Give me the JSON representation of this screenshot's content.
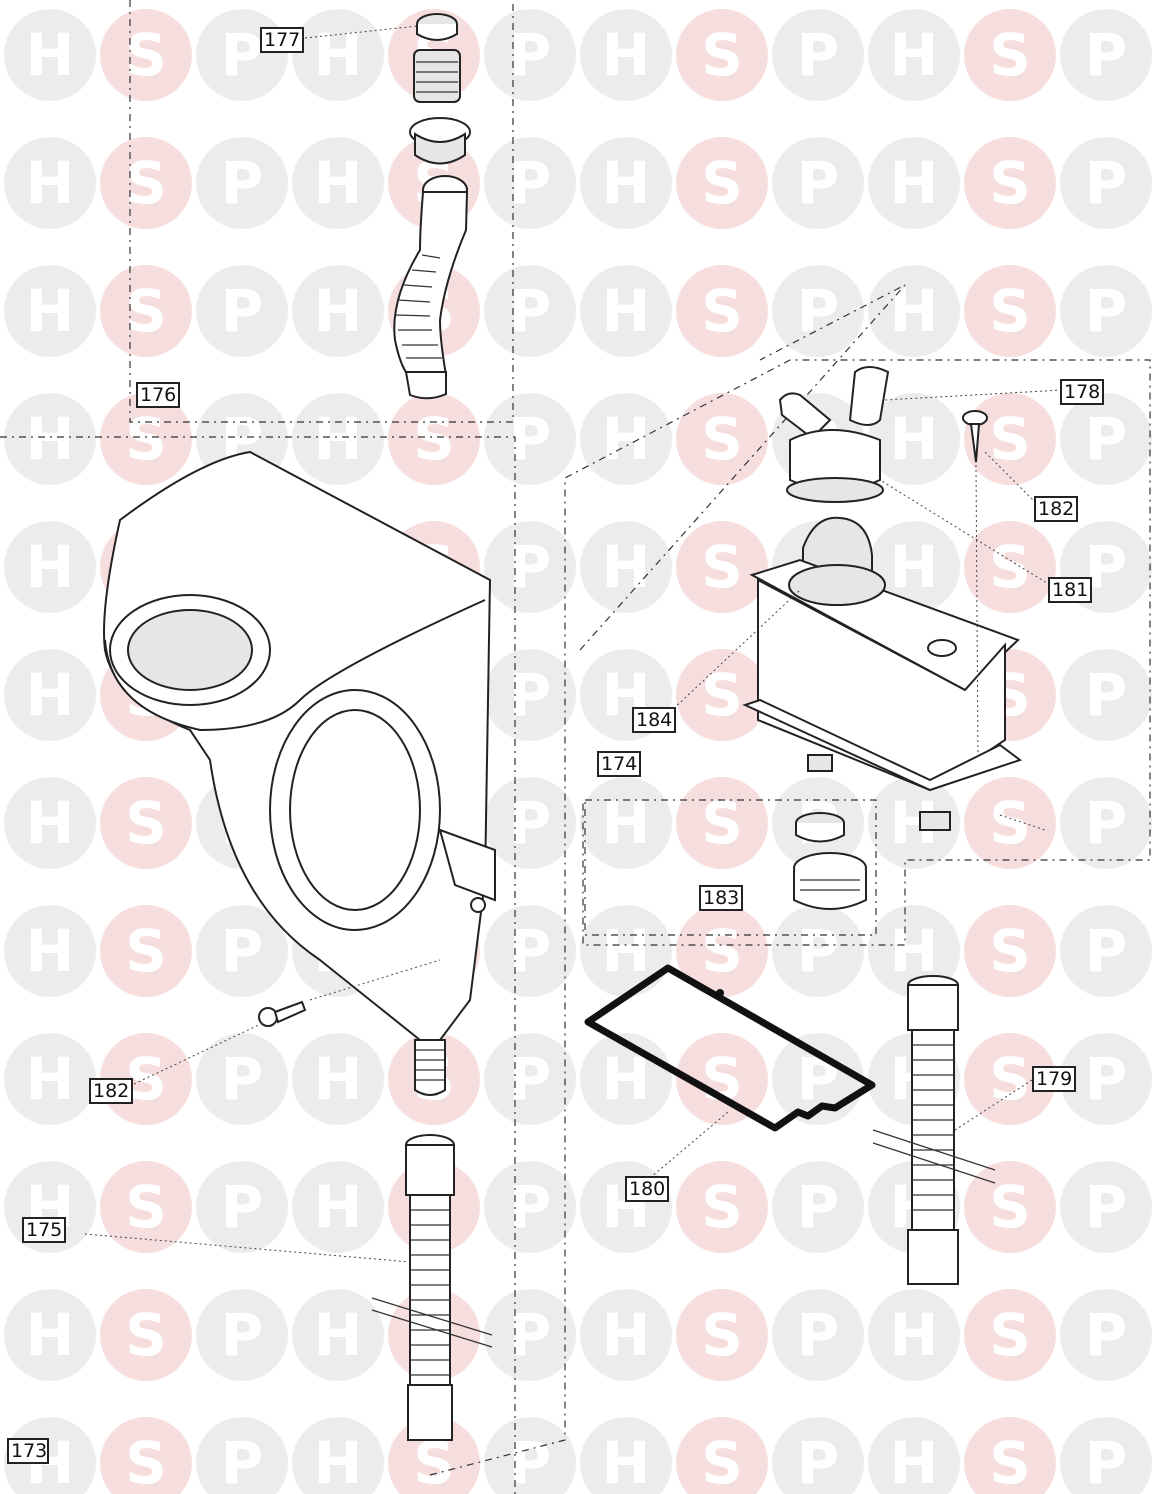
{
  "watermark": {
    "letters": [
      "H",
      "S",
      "P"
    ],
    "tint_grey": "#ececec",
    "tint_red": "#f6dede"
  },
  "colors": {
    "line": "#222222",
    "background": "#ffffff"
  },
  "callouts": {
    "c173": "173",
    "c174": "174",
    "c175": "175",
    "c176": "176",
    "c177": "177",
    "c178": "178",
    "c179": "179",
    "c180": "180",
    "c181": "181",
    "c182a": "182",
    "c182b": "182",
    "c183": "183",
    "c184": "184"
  }
}
